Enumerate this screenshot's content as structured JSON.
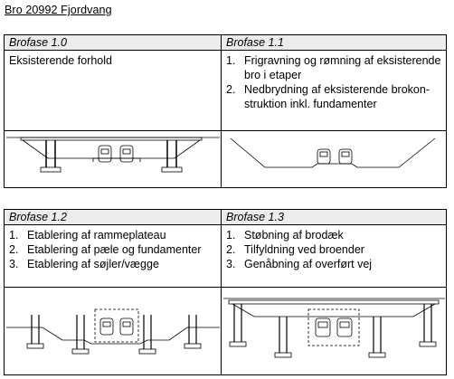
{
  "document": {
    "title": "Bro 20992 Fjordvang"
  },
  "phases": [
    {
      "name": "Brofase 1.0",
      "text": "Eksisterende forhold"
    },
    {
      "name": "Brofase 1.1",
      "steps": [
        {
          "num": "1.",
          "lines": [
            "Frigravning og rømning af eksisterende",
            "bro i etaper"
          ]
        },
        {
          "num": "2.",
          "lines": [
            "Nedbrydning af eksisterende brokon-",
            "struktion inkl. fundamenter"
          ]
        }
      ]
    },
    {
      "name": "Brofase 1.2",
      "steps": [
        {
          "num": "1.",
          "lines": [
            "Etablering af rammeplateau"
          ]
        },
        {
          "num": "2.",
          "lines": [
            "Etablering af pæle og fundamenter"
          ]
        },
        {
          "num": "3.",
          "lines": [
            "Etablering af søjler/vægge"
          ]
        }
      ]
    },
    {
      "name": "Brofase 1.3",
      "steps": [
        {
          "num": "1.",
          "lines": [
            "Støbning af brodæk"
          ]
        },
        {
          "num": "2.",
          "lines": [
            "Tilfyldning ved broender"
          ]
        },
        {
          "num": "3.",
          "lines": [
            "Genåbning af overført vej"
          ]
        }
      ]
    }
  ]
}
